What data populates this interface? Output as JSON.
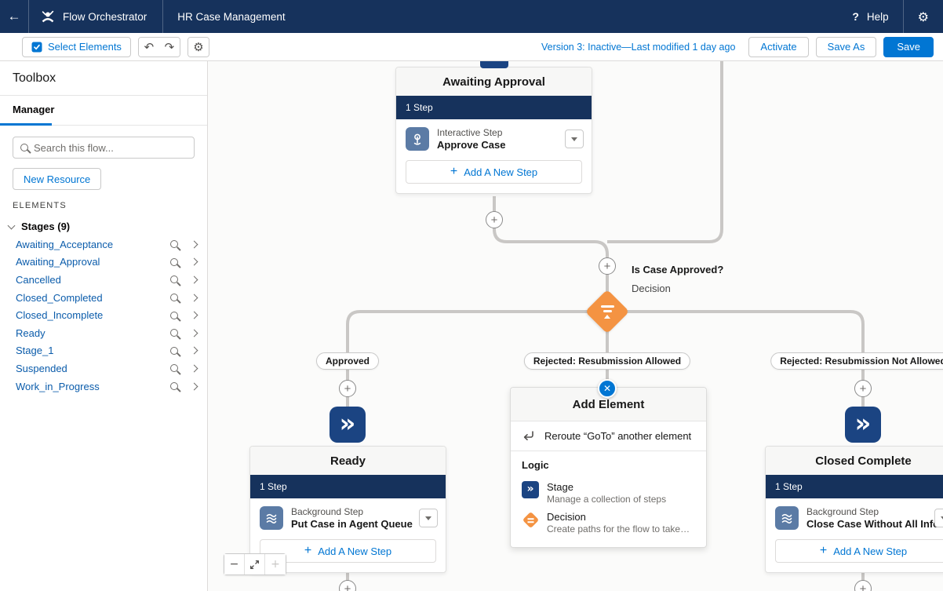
{
  "header": {
    "app_name": "Flow Orchestrator",
    "tab": "HR Case Management",
    "help_label": "Help"
  },
  "toolbar": {
    "select_elements": "Select Elements",
    "version_text": "Version 3: Inactive—Last modified 1 day ago",
    "activate": "Activate",
    "save_as": "Save As",
    "save": "Save"
  },
  "sidebar": {
    "title": "Toolbox",
    "tab": "Manager",
    "search_placeholder": "Search this flow...",
    "new_resource": "New Resource",
    "elements_label": "ELEMENTS",
    "stages_label": "Stages (9)",
    "stages": [
      "Awaiting_Acceptance",
      "Awaiting_Approval",
      "Cancelled",
      "Closed_Completed",
      "Closed_Incomplete",
      "Ready",
      "Stage_1",
      "Suspended",
      "Work_in_Progress"
    ]
  },
  "canvas": {
    "cards": {
      "awaiting_approval": {
        "title": "Awaiting Approval",
        "steps": "1 Step",
        "step_type": "Interactive Step",
        "step_name": "Approve Case",
        "add_label": "Add A New Step"
      },
      "ready": {
        "title": "Ready",
        "steps": "1 Step",
        "step_type": "Background Step",
        "step_name": "Put Case in Agent Queue",
        "add_label": "Add A New Step"
      },
      "closed_complete": {
        "title": "Closed Complete",
        "steps": "1 Step",
        "step_type": "Background Step",
        "step_name": "Close Case Without All Info",
        "add_label": "Add A New Step"
      }
    },
    "decision": {
      "title": "Is Case Approved?",
      "type_label": "Decision"
    },
    "branches": [
      "Approved",
      "Rejected: Resubmission Allowed",
      "Rejected: Resubmission Not Allowed"
    ],
    "popup": {
      "title": "Add Element",
      "reroute_label": "Reroute “GoTo” another element",
      "section_label": "Logic",
      "options": [
        {
          "name": "Stage",
          "desc": "Manage a collection of steps"
        },
        {
          "name": "Decision",
          "desc": "Create paths for the flow to take based on…"
        }
      ]
    },
    "colors": {
      "accent": "#0176D3",
      "navy": "#16325C",
      "decision_orange": "#F49342",
      "step_icon_bg": "#5B7BA5",
      "stage_icon_bg": "#1B4482",
      "connector": "#C9C7C5"
    }
  }
}
